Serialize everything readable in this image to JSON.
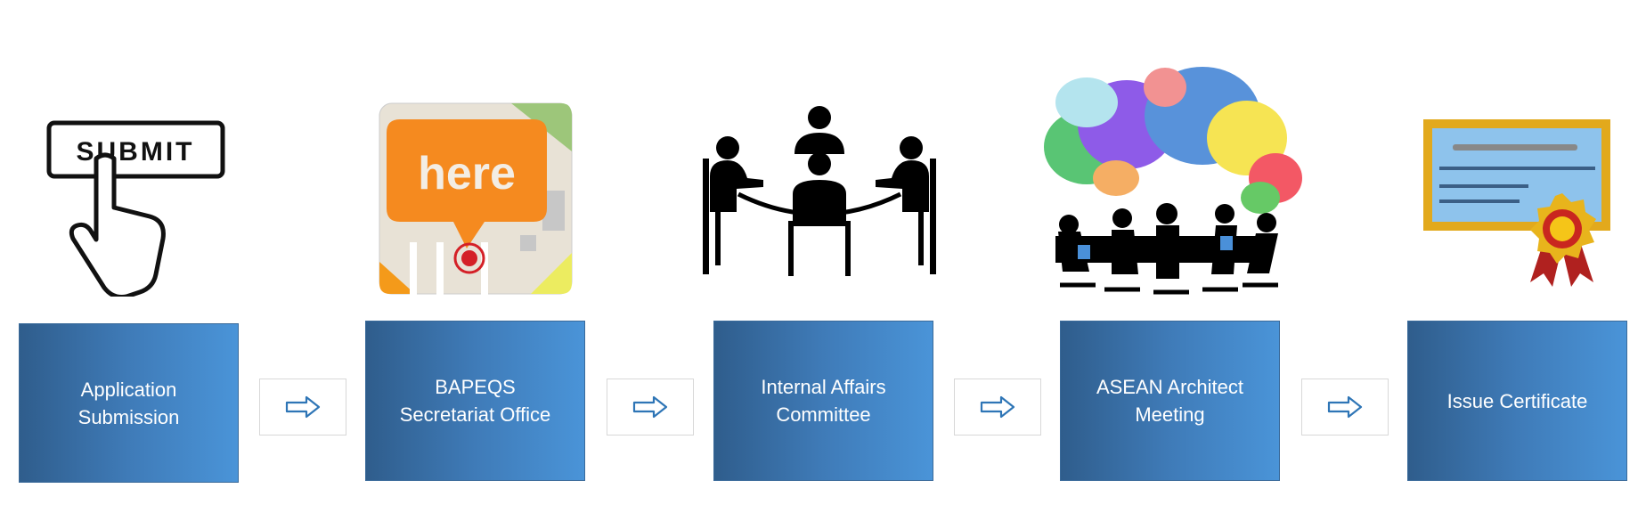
{
  "steps": [
    {
      "label": "Application\nSubmission",
      "icon": "submit-button-hand-icon"
    },
    {
      "label": "BAPEQS\nSecretariat Office",
      "icon": "map-here-pin-icon"
    },
    {
      "label": "Internal Affairs\nCommittee",
      "icon": "committee-table-icon"
    },
    {
      "label": "ASEAN Architect\nMeeting",
      "icon": "meeting-speech-bubbles-icon"
    },
    {
      "label": "Issue Certificate",
      "icon": "certificate-icon"
    }
  ],
  "icon_text": {
    "submit": "SUBMIT",
    "here": "here"
  },
  "colors": {
    "box_dark": "#2f5d8c",
    "box_light": "#4a94d8",
    "arrow": "#2e75b6"
  }
}
